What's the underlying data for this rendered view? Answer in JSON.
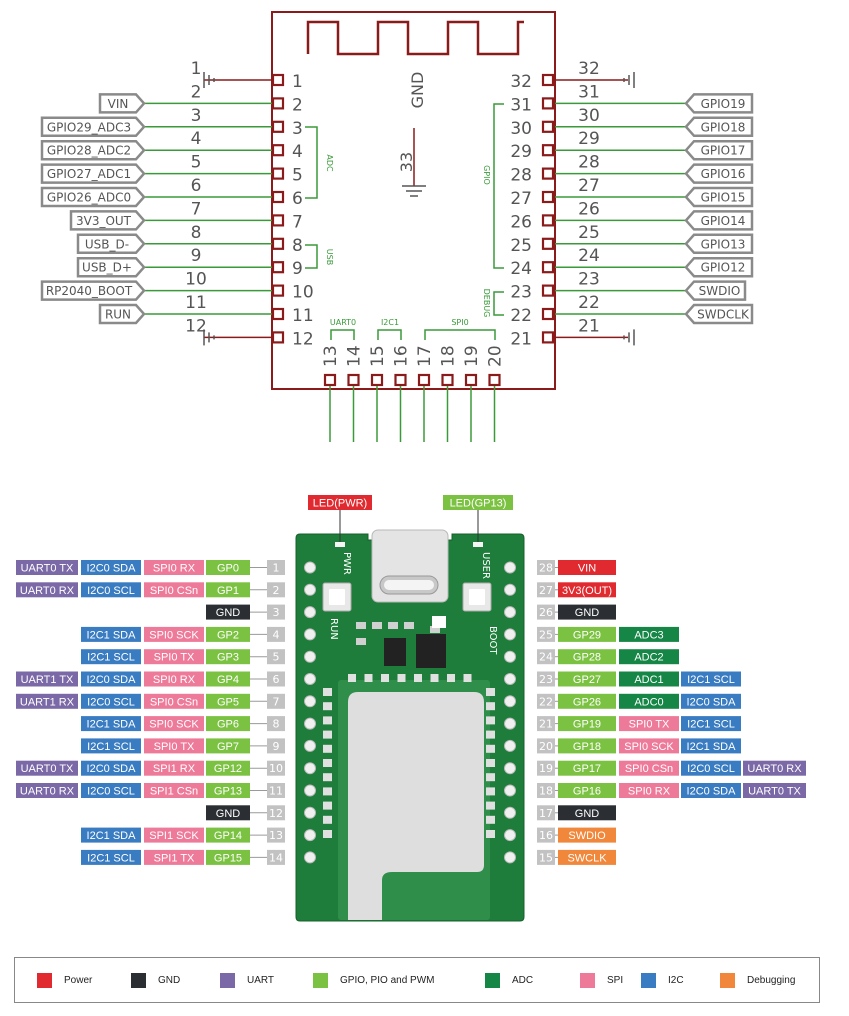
{
  "schematic": {
    "gnd_label": "GND",
    "center_pin": "33",
    "group_labels": {
      "adc": "ADC",
      "usb": "USB",
      "gpio": "GPIO",
      "debug": "DEBUG",
      "uart": "UART0",
      "i2c": "I2C1",
      "spi": "SPI0"
    },
    "left_pins": [
      {
        "num": "1",
        "net": "",
        "gnd": true
      },
      {
        "num": "2",
        "net": "VIN"
      },
      {
        "num": "3",
        "net": "GPIO29_ADC3"
      },
      {
        "num": "4",
        "net": "GPIO28_ADC2"
      },
      {
        "num": "5",
        "net": "GPIO27_ADC1"
      },
      {
        "num": "6",
        "net": "GPIO26_ADC0"
      },
      {
        "num": "7",
        "net": "3V3_OUT"
      },
      {
        "num": "8",
        "net": "USB_D-"
      },
      {
        "num": "9",
        "net": "USB_D+"
      },
      {
        "num": "10",
        "net": "RP2040_BOOT"
      },
      {
        "num": "11",
        "net": "RUN"
      },
      {
        "num": "12",
        "net": "",
        "gnd": true
      }
    ],
    "right_pins": [
      {
        "num": "32",
        "net": "",
        "gnd": true
      },
      {
        "num": "31",
        "net": "GPIO19"
      },
      {
        "num": "30",
        "net": "GPIO18"
      },
      {
        "num": "29",
        "net": "GPIO17"
      },
      {
        "num": "28",
        "net": "GPIO16"
      },
      {
        "num": "27",
        "net": "GPIO15"
      },
      {
        "num": "26",
        "net": "GPIO14"
      },
      {
        "num": "25",
        "net": "GPIO13"
      },
      {
        "num": "24",
        "net": "GPIO12"
      },
      {
        "num": "23",
        "net": "SWDIO"
      },
      {
        "num": "22",
        "net": "SWDCLK"
      },
      {
        "num": "21",
        "net": "",
        "gnd": true
      }
    ],
    "bottom_pins": [
      "13",
      "14",
      "15",
      "16",
      "17",
      "18",
      "19",
      "20"
    ]
  },
  "board": {
    "led_pwr": "LED(PWR)",
    "led_gp13": "LED(GP13)",
    "silk": {
      "pwr": "PWR",
      "user": "USER",
      "run": "RUN",
      "boot": "BOOT"
    },
    "left": [
      {
        "num": "1",
        "labels": [
          [
            "UART0 TX",
            "uart"
          ],
          [
            "I2C0 SDA",
            "i2c"
          ],
          [
            "SPI0 RX",
            "spi"
          ],
          [
            "GP0",
            "gpio"
          ]
        ]
      },
      {
        "num": "2",
        "labels": [
          [
            "UART0 RX",
            "uart"
          ],
          [
            "I2C0 SCL",
            "i2c"
          ],
          [
            "SPI0 CSn",
            "spi"
          ],
          [
            "GP1",
            "gpio"
          ]
        ]
      },
      {
        "num": "3",
        "labels": [
          [
            "GND",
            "gnd"
          ]
        ]
      },
      {
        "num": "4",
        "labels": [
          [
            "I2C1 SDA",
            "i2c"
          ],
          [
            "SPI0 SCK",
            "spi"
          ],
          [
            "GP2",
            "gpio"
          ]
        ]
      },
      {
        "num": "5",
        "labels": [
          [
            "I2C1 SCL",
            "i2c"
          ],
          [
            "SPI0 TX",
            "spi"
          ],
          [
            "GP3",
            "gpio"
          ]
        ]
      },
      {
        "num": "6",
        "labels": [
          [
            "UART1 TX",
            "uart"
          ],
          [
            "I2C0 SDA",
            "i2c"
          ],
          [
            "SPI0 RX",
            "spi"
          ],
          [
            "GP4",
            "gpio"
          ]
        ]
      },
      {
        "num": "7",
        "labels": [
          [
            "UART1 RX",
            "uart"
          ],
          [
            "I2C0 SCL",
            "i2c"
          ],
          [
            "SPI0 CSn",
            "spi"
          ],
          [
            "GP5",
            "gpio"
          ]
        ]
      },
      {
        "num": "8",
        "labels": [
          [
            "I2C1 SDA",
            "i2c"
          ],
          [
            "SPI0 SCK",
            "spi"
          ],
          [
            "GP6",
            "gpio"
          ]
        ]
      },
      {
        "num": "9",
        "labels": [
          [
            "I2C1 SCL",
            "i2c"
          ],
          [
            "SPI0 TX",
            "spi"
          ],
          [
            "GP7",
            "gpio"
          ]
        ]
      },
      {
        "num": "10",
        "labels": [
          [
            "UART0 TX",
            "uart"
          ],
          [
            "I2C0 SDA",
            "i2c"
          ],
          [
            "SPI1 RX",
            "spi"
          ],
          [
            "GP12",
            "gpio"
          ]
        ]
      },
      {
        "num": "11",
        "labels": [
          [
            "UART0 RX",
            "uart"
          ],
          [
            "I2C0 SCL",
            "i2c"
          ],
          [
            "SPI1 CSn",
            "spi"
          ],
          [
            "GP13",
            "gpio"
          ]
        ]
      },
      {
        "num": "12",
        "labels": [
          [
            "GND",
            "gnd"
          ]
        ]
      },
      {
        "num": "13",
        "labels": [
          [
            "I2C1 SDA",
            "i2c"
          ],
          [
            "SPI1 SCK",
            "spi"
          ],
          [
            "GP14",
            "gpio"
          ]
        ]
      },
      {
        "num": "14",
        "labels": [
          [
            "I2C1 SCL",
            "i2c"
          ],
          [
            "SPI1 TX",
            "spi"
          ],
          [
            "GP15",
            "gpio"
          ]
        ]
      }
    ],
    "right": [
      {
        "num": "28",
        "labels": [
          [
            "VIN",
            "power"
          ]
        ]
      },
      {
        "num": "27",
        "labels": [
          [
            "3V3(OUT)",
            "power"
          ]
        ]
      },
      {
        "num": "26",
        "labels": [
          [
            "GND",
            "gnd"
          ]
        ]
      },
      {
        "num": "25",
        "labels": [
          [
            "GP29",
            "gpio"
          ],
          [
            "ADC3",
            "adc"
          ]
        ]
      },
      {
        "num": "24",
        "labels": [
          [
            "GP28",
            "gpio"
          ],
          [
            "ADC2",
            "adc"
          ]
        ]
      },
      {
        "num": "23",
        "labels": [
          [
            "GP27",
            "gpio"
          ],
          [
            "ADC1",
            "adc"
          ],
          [
            "I2C1 SCL",
            "i2c"
          ]
        ]
      },
      {
        "num": "22",
        "labels": [
          [
            "GP26",
            "gpio"
          ],
          [
            "ADC0",
            "adc"
          ],
          [
            "I2C0 SDA",
            "i2c"
          ]
        ]
      },
      {
        "num": "21",
        "labels": [
          [
            "GP19",
            "gpio"
          ],
          [
            "SPI0 TX",
            "spi"
          ],
          [
            "I2C1 SCL",
            "i2c"
          ]
        ]
      },
      {
        "num": "20",
        "labels": [
          [
            "GP18",
            "gpio"
          ],
          [
            "SPI0 SCK",
            "spi"
          ],
          [
            "I2C1 SDA",
            "i2c"
          ]
        ]
      },
      {
        "num": "19",
        "labels": [
          [
            "GP17",
            "gpio"
          ],
          [
            "SPI0 CSn",
            "spi"
          ],
          [
            "I2C0 SCL",
            "i2c"
          ],
          [
            "UART0 RX",
            "uart"
          ]
        ]
      },
      {
        "num": "18",
        "labels": [
          [
            "GP16",
            "gpio"
          ],
          [
            "SPI0 RX",
            "spi"
          ],
          [
            "I2C0 SDA",
            "i2c"
          ],
          [
            "UART0 TX",
            "uart"
          ]
        ]
      },
      {
        "num": "17",
        "labels": [
          [
            "GND",
            "gnd"
          ]
        ]
      },
      {
        "num": "16",
        "labels": [
          [
            "SWDIO",
            "debug"
          ]
        ]
      },
      {
        "num": "15",
        "labels": [
          [
            "SWCLK",
            "debug"
          ]
        ]
      }
    ]
  },
  "legend": [
    {
      "key": "power",
      "label": "Power"
    },
    {
      "key": "gnd",
      "label": "GND"
    },
    {
      "key": "uart",
      "label": "UART"
    },
    {
      "key": "gpio",
      "label": "GPIO, PIO and PWM"
    },
    {
      "key": "adc",
      "label": "ADC"
    },
    {
      "key": "spi",
      "label": "SPI"
    },
    {
      "key": "i2c",
      "label": "I2C"
    },
    {
      "key": "debug",
      "label": "Debugging"
    }
  ],
  "colors": {
    "power": "#e02a2f",
    "gnd": "#2b2f33",
    "uart": "#7b68a6",
    "gpio": "#7cc242",
    "adc": "#168646",
    "spi": "#ee7a9a",
    "i2c": "#3a7cc1",
    "debug": "#f0873a",
    "schematic_red": "#8b1a1a",
    "schematic_green": "#3a9a3a",
    "board_green": "#1e7d3a"
  }
}
